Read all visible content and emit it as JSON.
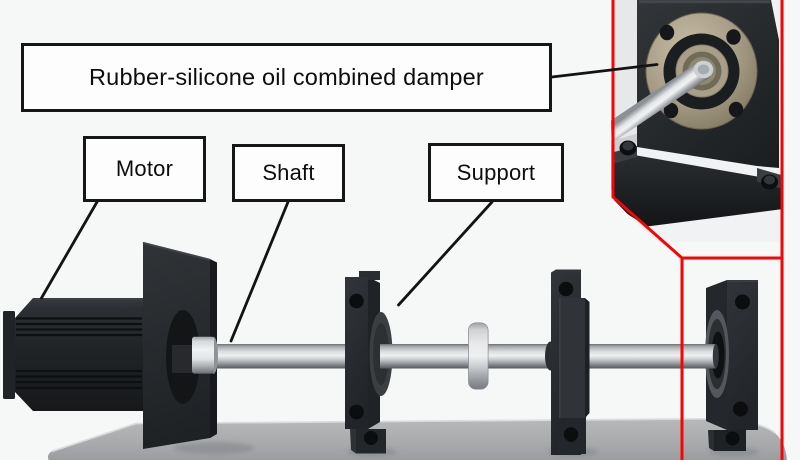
{
  "figure": {
    "type": "annotated-3d-diagram",
    "description": "Test rig: motor driving a shaft on bearing supports with a disc, ending in a damper; red callout links a zoomed inset of the damper"
  },
  "labels": {
    "damper": "Rubber-silicone oil combined damper",
    "motor": "Motor",
    "shaft": "Shaft",
    "support": "Support"
  },
  "colors": {
    "background": "#f6f7f7",
    "callout_red": "#f50505",
    "label_border": "#161616",
    "label_background": "#fdfdfd",
    "block_dark": "#26292c",
    "shaft_metal": "#e8eaeb",
    "flange_tan": "#a89e88",
    "base_gray": "#acaeb0"
  },
  "components": [
    "motor",
    "coupling",
    "shaft",
    "disc",
    "support-bearing-left",
    "support-bearing-middle",
    "damper",
    "base-plate",
    "damper-zoom-inset"
  ]
}
